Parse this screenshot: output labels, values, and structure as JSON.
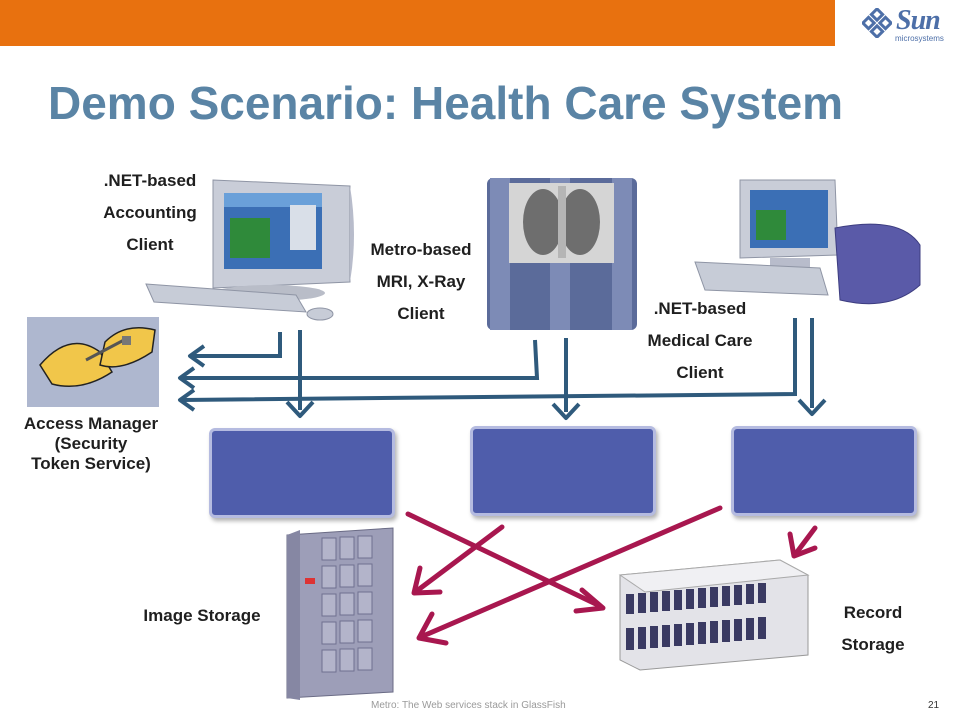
{
  "header": {
    "logo_text": "Sun",
    "logo_sub": "microsystems",
    "logo_icon": "sun-logo-icon"
  },
  "title": "Demo Scenario: Health Care System",
  "clients": {
    "accounting": [
      ".NET-based",
      "Accounting",
      "Client"
    ],
    "mri": [
      "Metro-based",
      "MRI, X-Ray",
      "Client"
    ],
    "medical": [
      ".NET-based",
      "Medical Care",
      "Client"
    ]
  },
  "access_manager": [
    "Access Manager",
    "(Security",
    "Token Service)"
  ],
  "image_storage": "Image Storage",
  "record_storage": [
    "Record",
    "Storage"
  ],
  "footer": "Metro: The Web services  stack in GlassFish",
  "page_number": "21",
  "colors": {
    "header_bar": "#e8710f",
    "title": "#5a84a5",
    "service_box": "#4f5dab",
    "blue_arrow": "#2f5a7c",
    "red_arrow": "#a8174f"
  }
}
